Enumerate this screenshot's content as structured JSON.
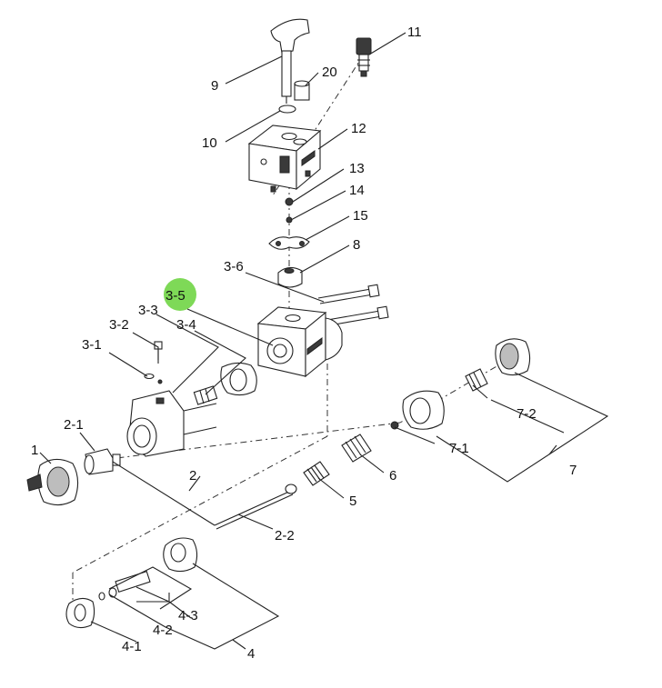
{
  "highlight_color": "#7ed957",
  "labels": {
    "p1": "1",
    "p2": "2",
    "p2_1": "2-1",
    "p2_2": "2-2",
    "p3_1": "3-1",
    "p3_2": "3-2",
    "p3_3": "3-3",
    "p3_4": "3-4",
    "p3_5": "3-5",
    "p3_6": "3-6",
    "p4": "4",
    "p4_1": "4-1",
    "p4_2": "4-2",
    "p4_3": "4-3",
    "p5": "5",
    "p6": "6",
    "p7": "7",
    "p7_1": "7-1",
    "p7_2": "7-2",
    "p8": "8",
    "p9": "9",
    "p10": "10",
    "p11": "11",
    "p12": "12",
    "p13": "13",
    "p14": "14",
    "p15": "15",
    "p20": "20"
  }
}
